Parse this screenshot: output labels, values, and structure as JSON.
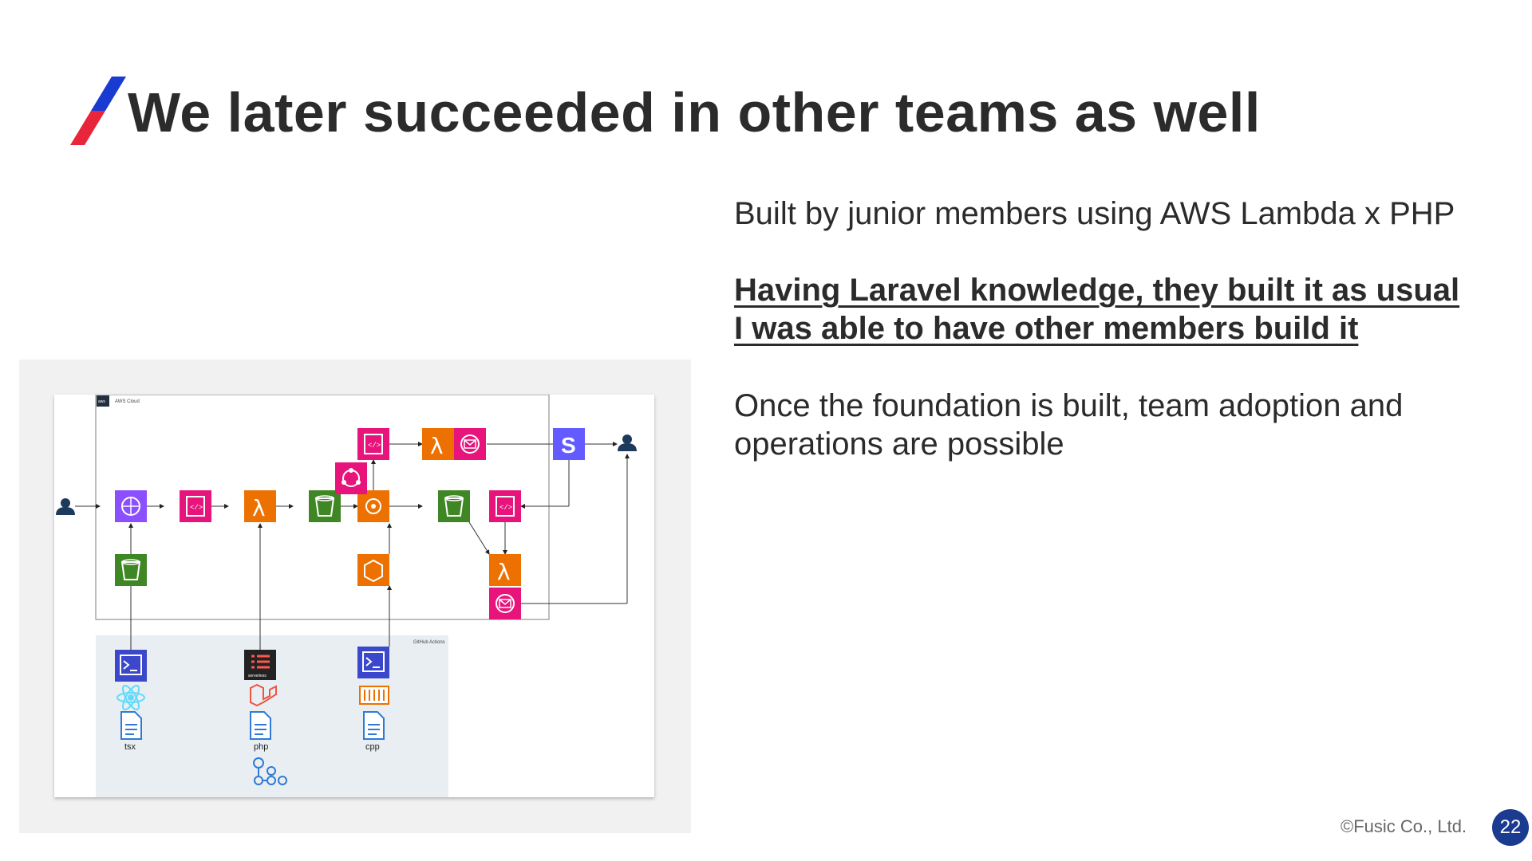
{
  "slide": {
    "title": "We later succeeded in other teams as well",
    "paragraphs": {
      "p1": "Built by junior members using AWS Lambda x PHP",
      "p2": "Having Laravel knowledge, they built it as usual",
      "p3": "I was able to have other members build it",
      "p4": "Once the foundation is built, team adoption and",
      "p5": "operations are possible"
    },
    "footer": "©Fusic Co., Ltd.",
    "page_number": "22"
  },
  "diagram": {
    "aws_cloud_label": "AWS Cloud",
    "github_actions_label": "GitHub Actions",
    "file_labels": {
      "tsx": "tsx",
      "php": "php",
      "cpp": "cpp"
    },
    "serverless_label": "serverless",
    "icons": [
      "user-icon",
      "cloudfront-icon",
      "api-gateway-icon",
      "lambda-icon",
      "s3-bucket-icon",
      "eventbridge-icon",
      "step-functions-icon",
      "sns-icon",
      "stripe-icon",
      "ecr-icon",
      "terminal-icon",
      "react-icon",
      "laravel-icon",
      "file-icon",
      "docker-icon",
      "github-actions-icon"
    ],
    "colors": {
      "networking": "#8c4fff",
      "app_integration": "#e7157b",
      "compute": "#ed7100",
      "storage": "#3f8624",
      "developer_tools": "#3b48cc",
      "stripe": "#635bff",
      "user": "#1d3a5c"
    }
  },
  "accent_colors": {
    "slash_blue": "#1a3bd1",
    "slash_red": "#e8253a",
    "badge": "#1a3b8f"
  }
}
